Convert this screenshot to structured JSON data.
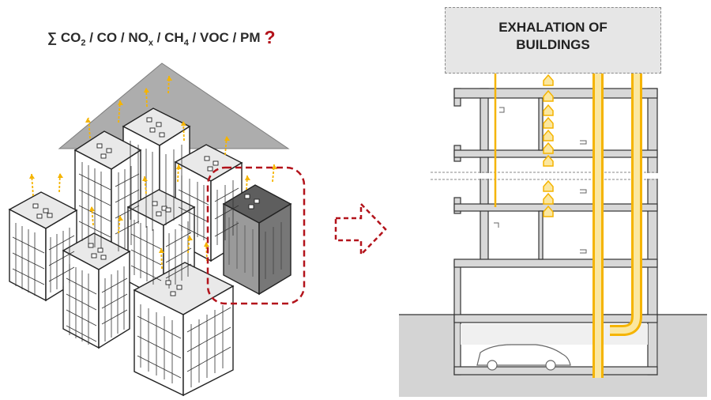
{
  "formula": {
    "sum": "∑",
    "co2_main": "CO",
    "co2_sub": "2",
    "sep1": " / ",
    "co": "CO",
    "sep2": " / ",
    "nox_main": "NO",
    "nox_sub": "x",
    "sep3": " / ",
    "ch4_main": "CH",
    "ch4_sub": "4",
    "sep4": " / ",
    "voc": "VOC",
    "sep5": " / ",
    "pm": "PM",
    "question": "?"
  },
  "title": "EXHALATION OF\nBUILDINGS",
  "colors": {
    "accent_yellow": "#f5b400",
    "light_yellow": "#f9e79a",
    "highlight_red": "#b3131b",
    "wall_gray": "#d8d8d8",
    "ground_gray": "#cfcfcf",
    "dark_building": "#7a7a7a",
    "roof_triangle": "#a8a8a8"
  }
}
